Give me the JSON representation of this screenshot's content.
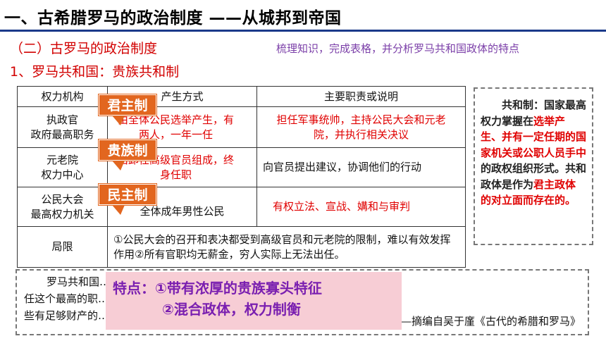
{
  "heading": {
    "title": "一、古希腊罗马的政治制度 ——从城邦到帝国",
    "subtitle": "（二）古罗马的政治制度",
    "instruction": "梳理知识，完成表格，并分析罗马共和国政体的特点",
    "section": "1、罗马共和国：贵族共和制"
  },
  "table": {
    "headers": [
      "权力机构",
      "产生方式",
      "主要职责或说明"
    ],
    "rows": [
      {
        "org_line1": "执政官",
        "org_line2": "政府最高职务",
        "method": "由全体公民选举产生，有两人，一年一任",
        "duty": "担任军事统帅，主持公民大会和元老院，并执行相关决议"
      },
      {
        "org_line1": "元老院",
        "org_line2": "权力中心",
        "method": "由卸任高级官员组成，终身任职",
        "duty": "向官员提出建议，协调他们的行动"
      },
      {
        "org_line1": "公民大会",
        "org_line2": "最高权力机关",
        "method": "全体成年男性公民",
        "duty": "有权立法、宣战、媾和与审判"
      }
    ],
    "limit_label": "局限",
    "limit_text": "①公民大会的召开和表决都受到高级官员和元老院的限制，难以有效发挥作用②所有官职均无薪金，穷人实际上无法出任。"
  },
  "badges": [
    "君主制",
    "贵族制",
    "民主制"
  ],
  "sidebox": {
    "p1": "共和制：国家最高权力掌握在",
    "p1_hl": "选举产生、并有一定任期的国家机关或公职人员手中",
    "p2": "的政权组织形式。共和政体是作为",
    "p2_hl": "君主政体的对立面而存在的。"
  },
  "quote": {
    "line1": "罗马共和国……执政官必须出身贵族，平民无权充",
    "line2": "任这个最高的职……享受担任公职权利的人只限于那",
    "line3": "些有足够财产的……公。",
    "source": "——摘编自吴于廑《古代的希腊和罗马》"
  },
  "feature": {
    "line1": "特点：①带有浓厚的贵族寡头特征",
    "line2": "②混合政体，权力制衡"
  }
}
